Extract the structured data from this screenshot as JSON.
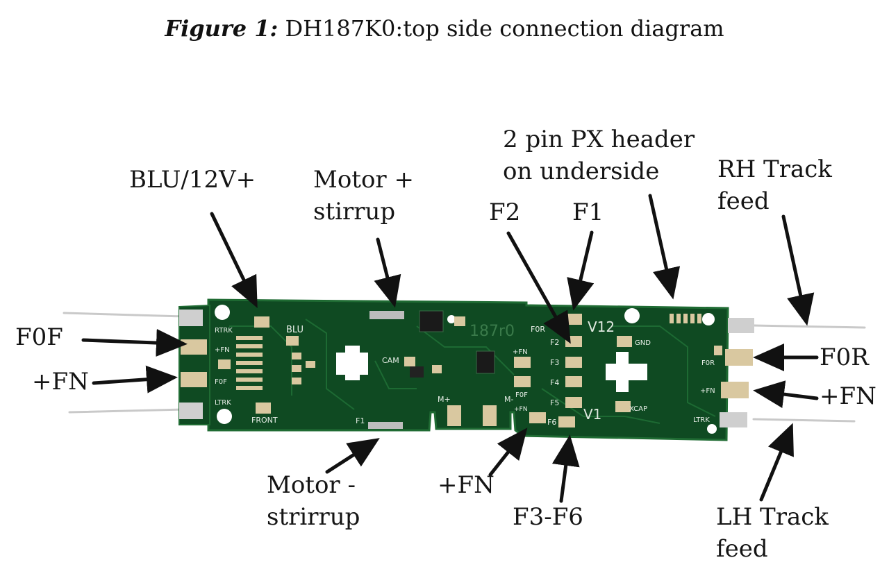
{
  "caption": {
    "figure": "Figure 1:",
    "title": "DH187K0:top side connection diagram"
  },
  "labels": {
    "blu": "BLU/12V+",
    "motor_plus": "Motor +\nstirrup",
    "px_header": "2 pin PX header\non underside",
    "rh_track": "RH Track\nfeed",
    "f2": "F2",
    "f1": "F1",
    "f0f": "F0F",
    "fn_left": "+FN",
    "f0r": "F0R",
    "fn_right": "+FN",
    "motor_minus": "Motor -\nstrirrup",
    "fn_bottom": "+FN",
    "f3_f6": "F3-F6",
    "lh_track": "LH Track\nfeed"
  },
  "silkscreen": {
    "rtrk": "RTRK",
    "fn1": "+FN",
    "f0f": "F0F",
    "ltrk_left": "LTRK",
    "blu": "BLU",
    "front": "FRONT",
    "cam": "CAM",
    "f1": "F1",
    "m_plus": "M+",
    "m_minus": "M-",
    "board_id": "187r0",
    "f0r_top": "F0R",
    "f2": "F2",
    "fn2": "+FN",
    "f3": "F3",
    "f4": "F4",
    "f5": "F5",
    "f6": "F6",
    "f0f_mid": "F0F",
    "fn3": "+FN",
    "v12": "V12",
    "v1": "V1",
    "gnd": "GND",
    "xcap": "XCAP",
    "f0r_right": "F0R",
    "fn4": "+FN",
    "ltrk_right": "LTRK"
  },
  "colors": {
    "board": "#0f4a22",
    "board_edge": "#1f6b33",
    "pad": "#d9c8a0",
    "wire": "#c9c9c9",
    "arrow": "#111111"
  }
}
